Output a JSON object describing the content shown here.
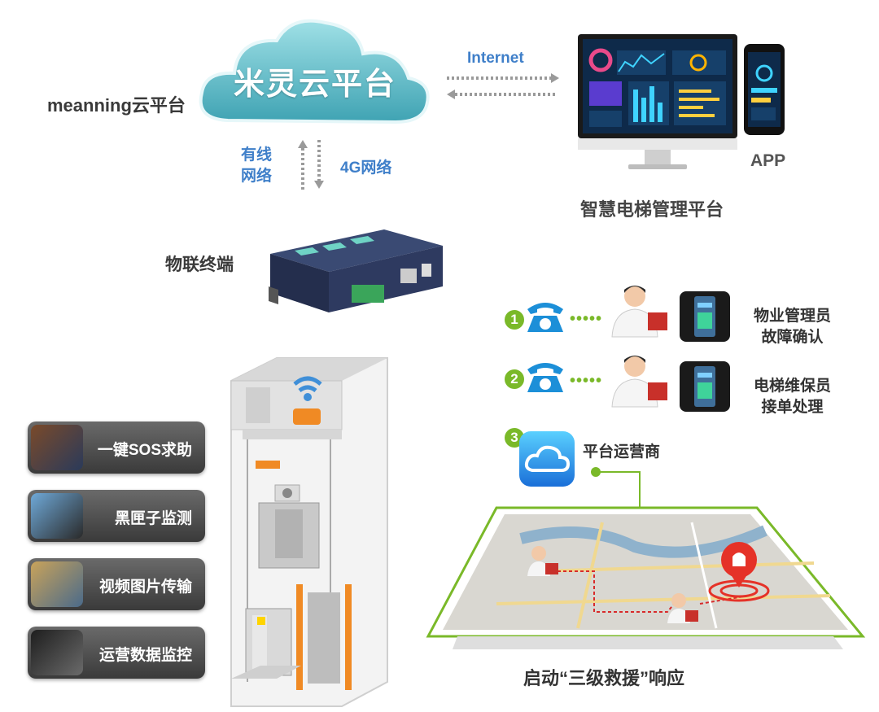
{
  "cloud": {
    "title": "米灵云平台",
    "subtitle": "meanning云平台"
  },
  "links": {
    "internet": "Internet",
    "wired": "有线\n网络",
    "net4g": "4G网络"
  },
  "platform": {
    "app_label": "APP",
    "name": "智慧电梯管理平台"
  },
  "terminal": {
    "label": "物联终端"
  },
  "features": [
    "一键SOS求助",
    "黑匣子监测",
    "视频图片传输",
    "运营数据监控"
  ],
  "steps": [
    {
      "num": "1",
      "label": "物业管理员\n故障确认"
    },
    {
      "num": "2",
      "label": "电梯维保员\n接单处理"
    },
    {
      "num": "3",
      "label": "平台运营商"
    }
  ],
  "map": {
    "caption": "启动“三级救援”响应"
  },
  "colors": {
    "cloud": "#6cc3cf",
    "accent_green": "#7ab929",
    "label_blue": "#3f7fc9",
    "feature_bg": "#4a4a4a",
    "alert_red": "#e53228"
  }
}
